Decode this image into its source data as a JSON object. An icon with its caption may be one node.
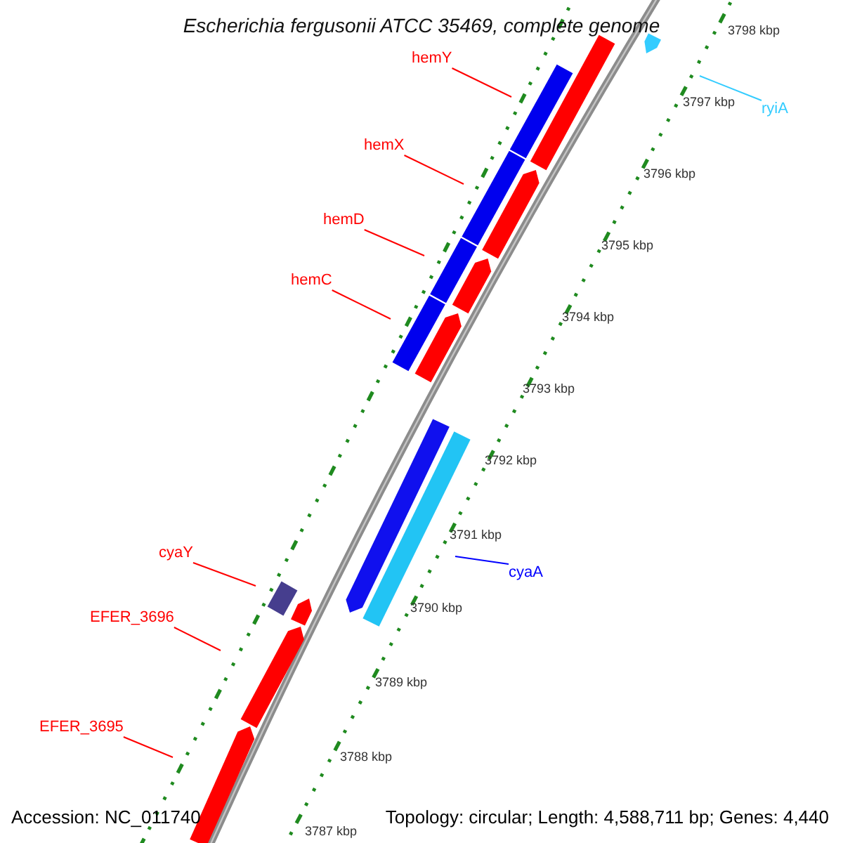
{
  "diagram": {
    "title": "Escherichia fergusonii ATCC 35469, complete genome",
    "nodes": [
      {
        "text": [
          "hemY"
        ]
      },
      {
        "text": [
          "ryiA"
        ]
      },
      {
        "text": [
          "hemX"
        ]
      },
      {
        "text": [
          "hemD"
        ]
      },
      {
        "text": [
          "hemC"
        ]
      },
      {
        "text": [
          "cyaY"
        ]
      },
      {
        "text": [
          "cyaA"
        ]
      },
      {
        "text": [
          "EFER_3696"
        ]
      },
      {
        "text": [
          "EFER_3695"
        ]
      }
    ],
    "edges": [
      {
        "from": 0,
        "to": null,
        "arrow": "none"
      },
      {
        "from": 1,
        "to": null,
        "arrow": "none",
        "color": "#33ccff"
      },
      {
        "from": 2,
        "to": null,
        "arrow": "none"
      },
      {
        "from": 3,
        "to": null,
        "arrow": "none"
      },
      {
        "from": 4,
        "to": null,
        "arrow": "none"
      },
      {
        "from": 5,
        "to": null,
        "arrow": "none"
      },
      {
        "from": 6,
        "to": null,
        "arrow": "none",
        "color": "#0000ff"
      },
      {
        "from": 7,
        "to": null,
        "arrow": "none"
      },
      {
        "from": 8,
        "to": null,
        "arrow": "none"
      }
    ],
    "labels": [
      "3798 kbp",
      "3797 kbp",
      "3796 kbp",
      "3795 kbp",
      "3794 kbp",
      "3793 kbp",
      "3792 kbp",
      "3791 kbp",
      "3790 kbp",
      "3789 kbp",
      "3788 kbp",
      "3787 kbp",
      "Accession: NC_011740",
      "Topology: circular; Length: 4,588,711 bp; Genes: 4,440"
    ]
  }
}
